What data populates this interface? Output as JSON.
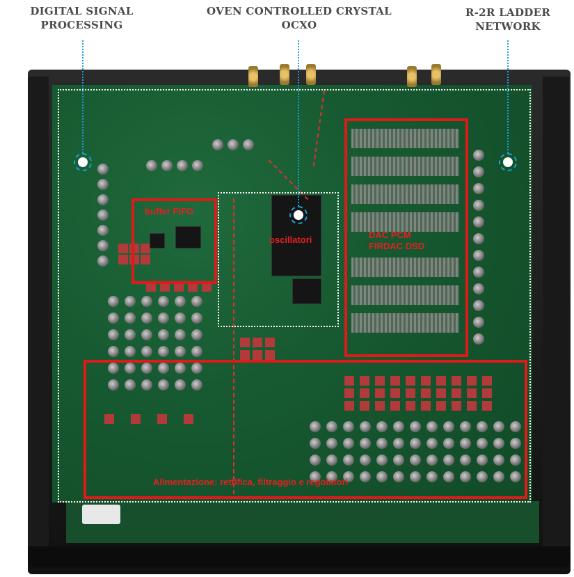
{
  "callouts": {
    "dsp": {
      "line1": "DIGITAL SIGNAL",
      "line2": "PROCESSING"
    },
    "ocxo": {
      "line1": "OVEN CONTROLLED CRYSTAL",
      "line2": "OCXO"
    },
    "r2r": {
      "line1": "R-2R LADDER",
      "line2": "NETWORK"
    }
  },
  "regions": {
    "fifo": "buffer FIFO",
    "oscillators": "oscillatori",
    "dac_line1": "DAC PCM",
    "dac_line2": "FIRDAC DSD",
    "power": "Alimentazione: rettifica, filtraggio e regolatori"
  },
  "colors": {
    "highlight_box": "#e01919",
    "callout_leader": "#1aa0d8",
    "pcb": "#175a31",
    "title_text": "#4a4a4a"
  }
}
